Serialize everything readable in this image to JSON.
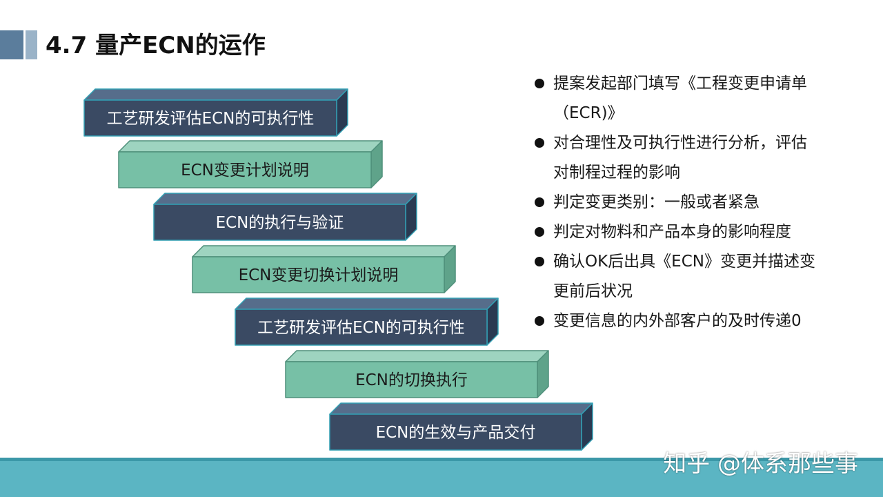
{
  "title": "4.7 量产ECN的运作",
  "colors": {
    "dark_face": "#3a4a63",
    "dark_top": "#566d8b",
    "dark_side": "#2a3a52",
    "dark_border": "#32a0b4",
    "light_face": "#77c0a6",
    "light_top": "#9ed4c0",
    "light_side": "#5fa38a",
    "light_border": "#4e8f7a",
    "band": "#5bb5c3"
  },
  "steps": [
    {
      "label": "工艺研发评估ECN的可执行性",
      "style": "dark"
    },
    {
      "label": "ECN变更计划说明",
      "style": "light"
    },
    {
      "label": "ECN的执行与验证",
      "style": "dark"
    },
    {
      "label": "ECN变更切换计划说明",
      "style": "light"
    },
    {
      "label": "工艺研发评估ECN的可执行性",
      "style": "dark"
    },
    {
      "label": "ECN的切换执行",
      "style": "light"
    },
    {
      "label": "ECN的生效与产品交付",
      "style": "dark"
    }
  ],
  "bullets": [
    {
      "lines": [
        "提案发起部门填写《工程变更申请单",
        "（ECR)》"
      ]
    },
    {
      "lines": [
        "对合理性及可执行性进行分析，评估",
        "对制程过程的影响"
      ]
    },
    {
      "lines": [
        "判定变更类别：一般或者紧急"
      ]
    },
    {
      "lines": [
        "判定对物料和产品本身的影响程度"
      ]
    },
    {
      "lines": [
        "确认OK后出具《ECN》变更并描述变",
        "更前后状况"
      ]
    },
    {
      "lines": [
        "变更信息的内外部客户的及时传递0"
      ]
    }
  ],
  "watermark": "知乎 @体系那些事"
}
